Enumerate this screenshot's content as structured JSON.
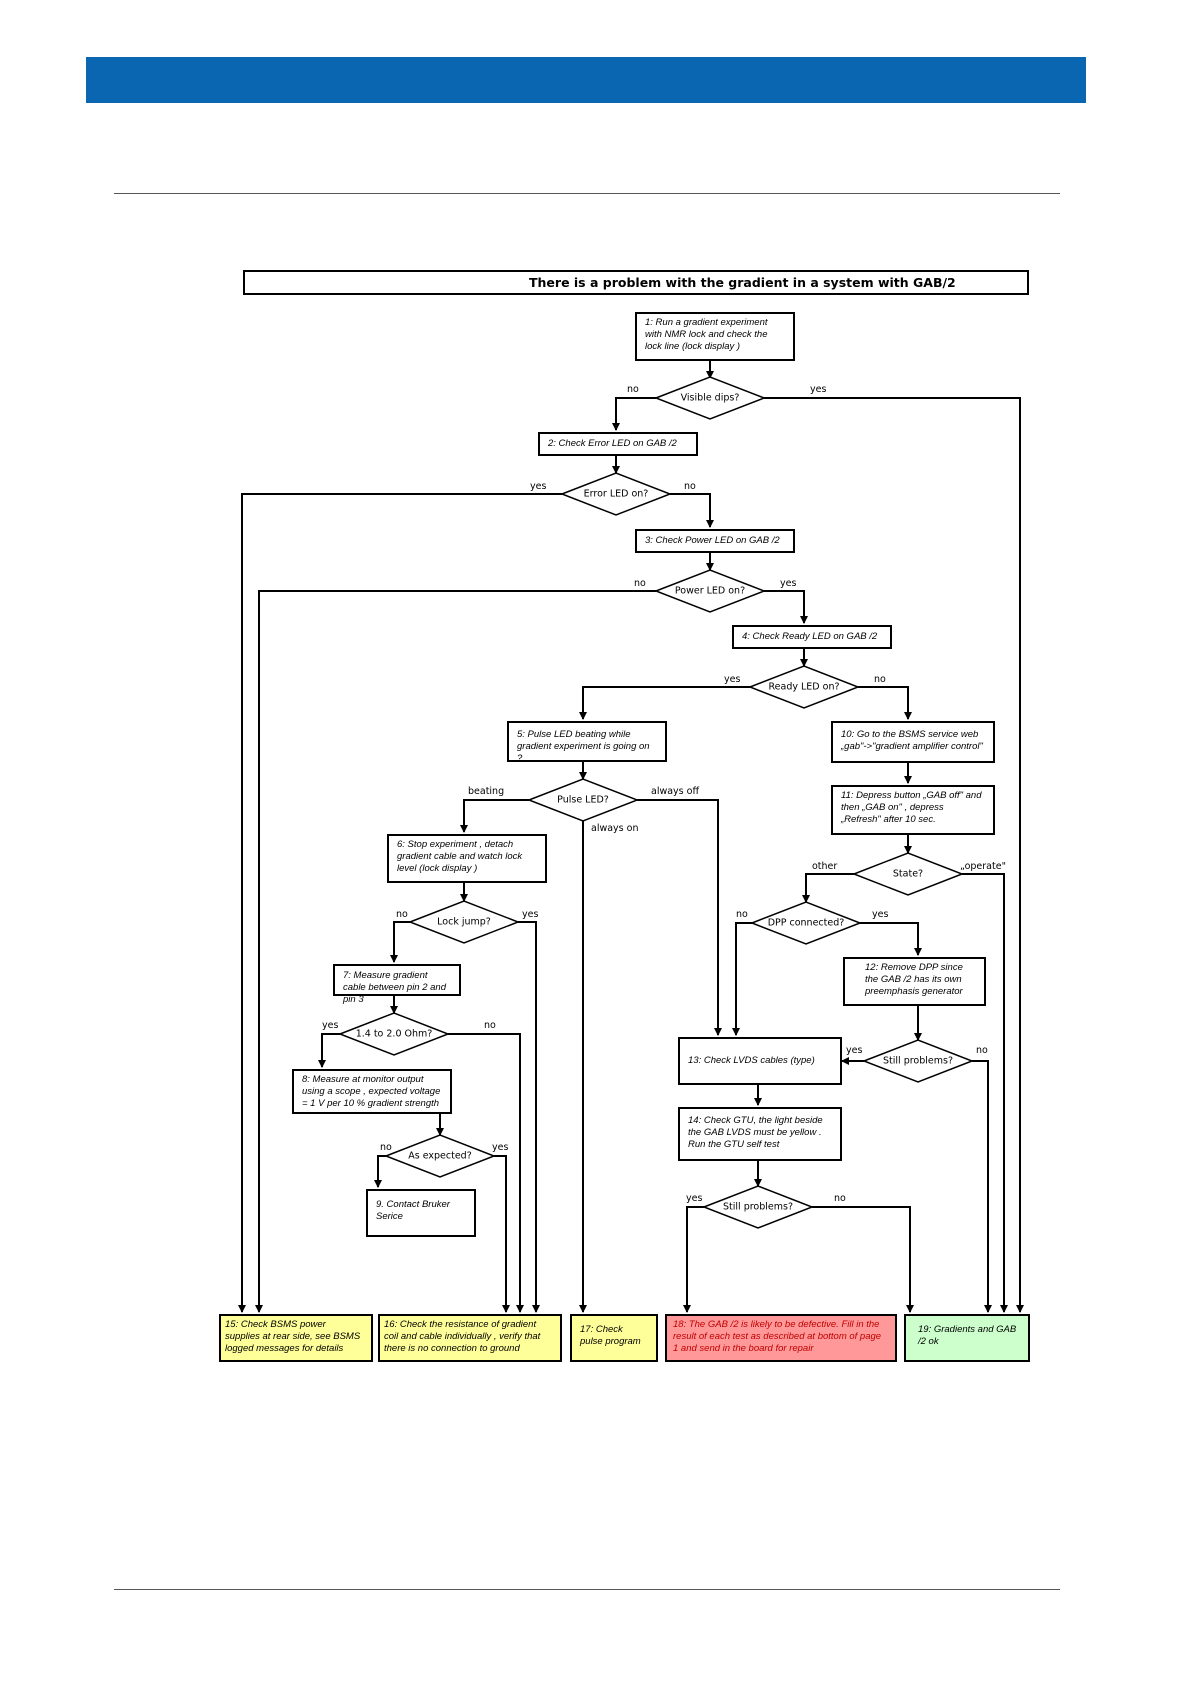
{
  "title": "There is a problem with the gradient in a system with GAB/2",
  "colors": {
    "header": "#0a66b0",
    "yellow": "#ffff99",
    "red": "#ff9999",
    "green": "#ccffcc",
    "red_text": "#c00000"
  },
  "steps": {
    "s1": "1: Run a gradient experiment with NMR lock and check the lock line (lock display )",
    "s2": "2: Check Error LED on GAB /2",
    "s3": "3: Check Power LED on GAB /2",
    "s4": "4: Check Ready LED on GAB /2",
    "s5": "5: Pulse LED beating while gradient experiment is going on  ?",
    "s6": "6: Stop experiment , detach gradient cable and watch lock level  (lock display )",
    "s7": "7: Measure gradient cable between pin  2 and pin  3",
    "s8": "8: Measure at monitor output using a scope  , expected voltage  = 1 V per  10 % gradient strength",
    "s9": "9. Contact Bruker Serice",
    "s10": "10: Go to the BSMS service web „gab\"->\"gradient amplifier control\"",
    "s11": "11: Depress button „GAB off\" and then „GAB on\" , depress „Refresh\" after  10 sec.",
    "s12": "12: Remove DPP since the GAB /2 has its own preemphasis generator",
    "s13": "13: Check LVDS cables (type)",
    "s14": "14:  Check GTU, the light beside the GAB LVDS must be yellow . Run the GTU self test",
    "s15": "15: Check BSMS power supplies at rear side, see BSMS logged messages for details",
    "s16": "16: Check the resistance of gradient coil and cable individually  , verify that there is no connection to ground",
    "s17": "17: Check pulse program",
    "s18": "18: The GAB /2 is likely to be defective. Fill in the result of each test as described at bottom of page  1 and send in the board for repair",
    "s19": "19: Gradients and GAB /2 ok"
  },
  "decisions": {
    "d1": "Visible dips?",
    "d2": "Error LED on?",
    "d3": "Power LED on?",
    "d4": "Ready LED on?",
    "d5": "Pulse LED?",
    "d6": "Lock jump?",
    "d7": "1.4 to 2.0 Ohm?",
    "d8": "As expected?",
    "d9": "State?",
    "d10": "DPP connected?",
    "d11": "Still problems?",
    "d12": "Still problems?"
  },
  "edges": {
    "no": "no",
    "yes": "yes",
    "beating": "beating",
    "always_off": "always off",
    "always_on": "always on",
    "other": "other",
    "operate": "„operate\""
  }
}
